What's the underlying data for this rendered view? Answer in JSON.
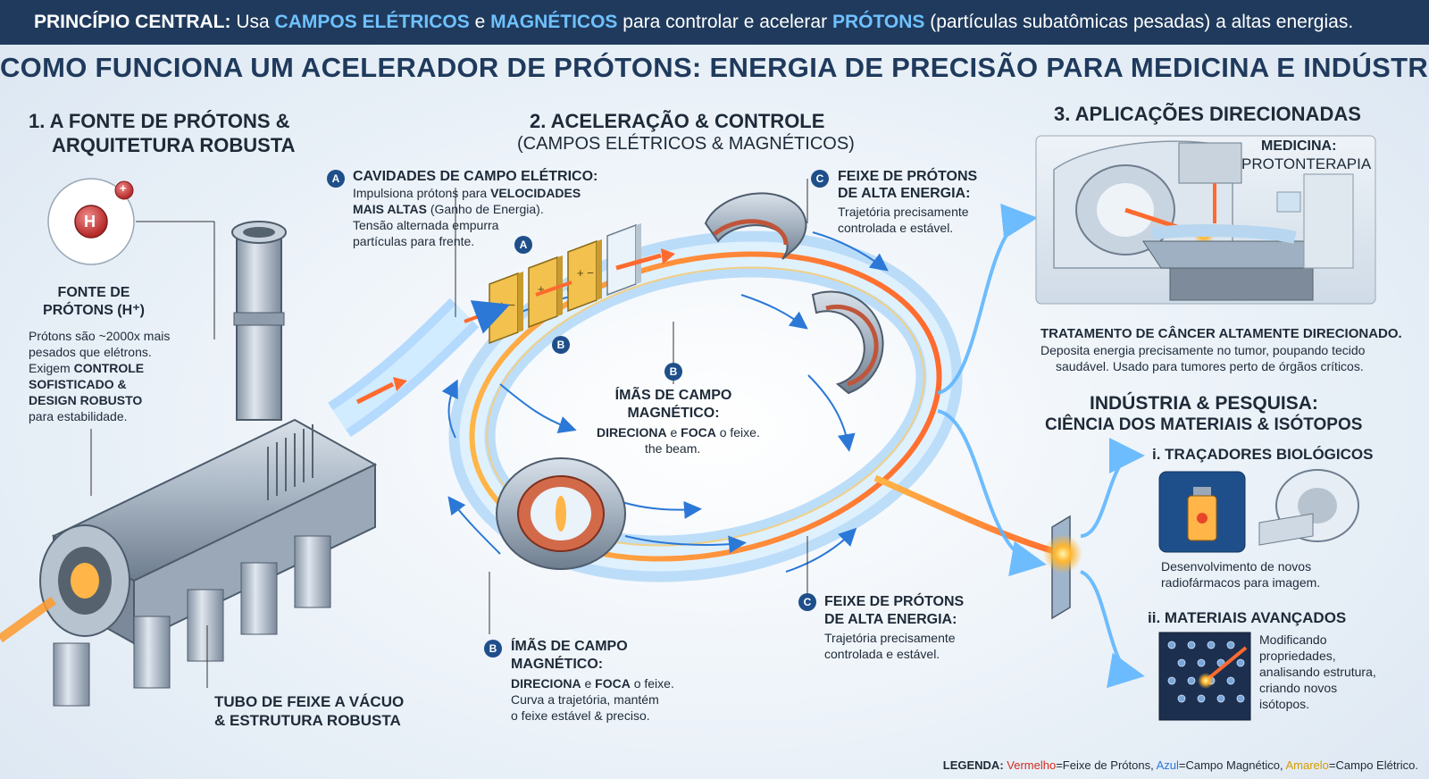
{
  "header": {
    "label": "PRINCÍPIO CENTRAL:",
    "w1": "Usa",
    "electric": "CAMPOS ELÉTRICOS",
    "w2": "e",
    "magnetic": "MAGNÉTICOS",
    "w3": "para controlar e acelerar",
    "protons": "PRÓTONS",
    "w4": "(partículas subatômicas pesadas) a altas energias."
  },
  "title": "COMO FUNCIONA UM ACELERADOR DE PRÓTONS: ENERGIA DE PRECISÃO PARA MEDICINA E INDÚSTRIA",
  "section1": {
    "title_line1": "1. A FONTE DE PRÓTONS &",
    "title_line2": "ARQUITETURA ROBUSTA",
    "atom_label": "H",
    "atom_charge": "+",
    "source_title_line1": "FONTE DE",
    "source_title_line2": "PRÓTONS (H⁺)",
    "source_desc": [
      "Prótons são ~2000x mais",
      "pesados que elétrons.",
      "Exigem",
      "CONTROLE",
      "SOFISTICADO &",
      "DESIGN ROBUSTO",
      "para estabilidade."
    ],
    "tube_line1": "TUBO DE FEIXE A VÁCUO",
    "tube_line2": "& ESTRUTURA ROBUSTA"
  },
  "section2": {
    "title": "2. ACELERAÇÃO & CONTROLE",
    "subtitle": "(CAMPOS ELÉTRICOS & MAGNÉTICOS)",
    "badge_a": "A",
    "badge_b": "B",
    "badge_c": "C",
    "cavities_title": "CAVIDADES DE CAMPO ELÉTRICO:",
    "cavities_desc": [
      "Impulsiona prótons para",
      "VELOCIDADES",
      "MAIS ALTAS",
      "(Ganho de Energia).",
      "Tensão alternada empurra",
      "partículas para frente."
    ],
    "beam_top_title_line1": "FEIXE DE PRÓTONS",
    "beam_top_title_line2": "DE ALTA ENERGIA:",
    "beam_top_desc": [
      "Trajetória precisamente",
      "controlada e estável."
    ],
    "magnets_center_title": [
      "ÍMÃS DE CAMPO",
      "MAGNÉTICO:"
    ],
    "magnets_center_desc": [
      "DIRECIONA",
      "e",
      "FOCA",
      "o feixe.",
      "the beam."
    ],
    "magnets_bottom_title": [
      "ÍMÃS DE CAMPO",
      "MAGNÉTICO:"
    ],
    "magnets_bottom_desc": [
      "DIRECIONA",
      "e",
      "FOCA",
      "o feixe.",
      "Curva a trajetória, mantém",
      "o feixe estável & preciso."
    ],
    "beam_bottom_title_line1": "FEIXE DE PRÓTONS",
    "beam_bottom_title_line2": "DE ALTA ENERGIA:",
    "beam_bottom_desc": [
      "Trajetória precisamente",
      "controlada e estável."
    ]
  },
  "section3": {
    "title": "3. APLICAÇÕES DIRECIONADAS",
    "medicine_label": "MEDICINA:",
    "medicine_value": "PROTONTERAPIA",
    "medicine_headline": "TRATAMENTO DE CÂNCER ALTAMENTE DIRECIONADO.",
    "medicine_desc": [
      "Deposita energia precisamente no tumor, poupando tecido",
      "saudável. Usado para tumores perto de órgãos críticos."
    ],
    "industry_title_line1": "INDÚSTRIA & PESQUISA:",
    "industry_title_line2": "CIÊNCIA DOS MATERIAIS & ISÓTOPOS",
    "tracers_title": "i. TRAÇADORES BIOLÓGICOS",
    "tracers_desc": [
      "Desenvolvimento de novos",
      "radiofármacos para imagem."
    ],
    "materials_title": "ii. MATERIAIS AVANÇADOS",
    "materials_desc": [
      "Modificando",
      "propriedades,",
      "analisando estrutura,",
      "criando novos",
      "isótopos."
    ]
  },
  "legend": {
    "label": "LEGENDA:",
    "red": "Vermelho",
    "red_text": "=Feixe de Prótons,",
    "blue": "Azul",
    "blue_text": "=Campo Magnético,",
    "yellow": "Amarelo",
    "yellow_text": "=Campo Elétrico."
  },
  "colors": {
    "header_bg": "#1f3a5c",
    "beam_red": "#e8452a",
    "beam_orange": "#ff9a2e",
    "magnetic_blue": "#2b78d6",
    "electric_yellow": "#f2c14e",
    "badge_blue": "#1f4f8a"
  },
  "icons": [
    "hydrogen-atom-icon",
    "sparkle-icon",
    "vial-icon",
    "mri-scanner-icon",
    "lattice-icon"
  ]
}
